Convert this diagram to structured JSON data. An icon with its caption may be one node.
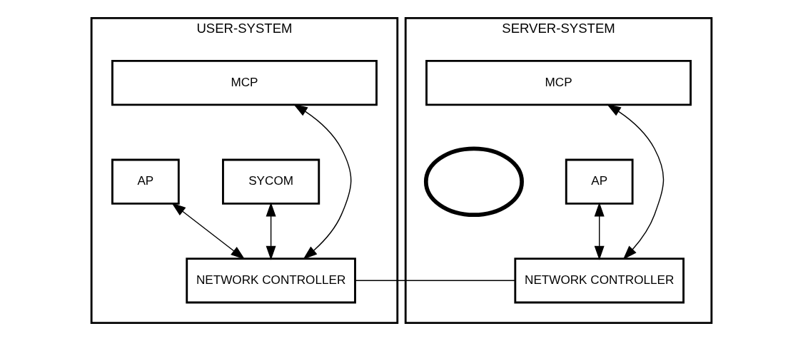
{
  "diagram": {
    "nodes": [
      {
        "text": [
          "USER-SYSTEM"
        ]
      },
      {
        "text": [
          "MCP"
        ],
        "in": 0
      },
      {
        "text": [
          "AP"
        ],
        "in": 0
      },
      {
        "text": [
          "SYCOM"
        ],
        "in": 0
      },
      {
        "text": [
          "NETWORK CONTROLLER"
        ],
        "in": 0
      },
      {
        "text": [
          "SERVER-SYSTEM"
        ]
      },
      {
        "text": [
          "MCP"
        ],
        "in": 5
      },
      {
        "text": [],
        "shape": "circle",
        "in": 5
      },
      {
        "text": [
          "AP"
        ],
        "in": 5
      },
      {
        "text": [
          "NETWORK CONTROLLER"
        ],
        "in": 5
      }
    ],
    "edges": [
      {
        "from": 2,
        "to": 4,
        "arrow": "both"
      },
      {
        "from": 3,
        "to": 4,
        "arrow": "both"
      },
      {
        "from": 1,
        "to": 4,
        "arrow": "both"
      },
      {
        "from": 4,
        "to": 9,
        "arrow": "none"
      },
      {
        "from": 6,
        "to": 9,
        "arrow": "both"
      },
      {
        "from": 8,
        "to": 9,
        "arrow": "both"
      }
    ]
  }
}
